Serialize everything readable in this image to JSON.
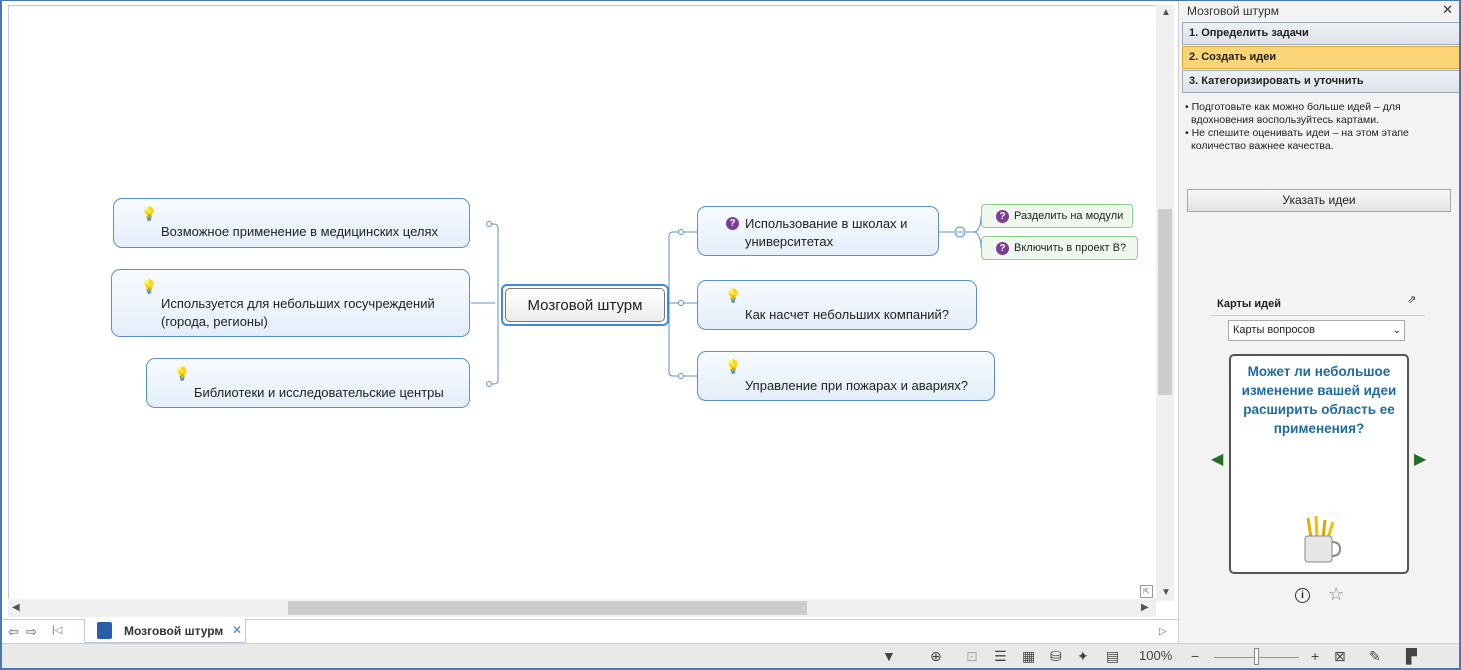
{
  "map": {
    "central": "Мозговой штурм",
    "left_topics": [
      {
        "line1": "Возможное применение в медицинских целях",
        "line2": ""
      },
      {
        "line1": "Используется для небольших госучреждений",
        "line2": "(города, регионы)"
      },
      {
        "line1": "Библиотеки и исследовательские центры",
        "line2": ""
      }
    ],
    "right_topics": [
      {
        "line1": "Использование в школах и",
        "line2": "университетах"
      },
      {
        "line1": "Как насчет небольших компаний?",
        "line2": ""
      },
      {
        "line1": "Управление при пожарах и авариях?",
        "line2": ""
      }
    ],
    "subtopics": [
      "Разделить на модули",
      "Включить в проект В?"
    ],
    "icons": {
      "idea": "lightbulb-icon",
      "question": "question-icon"
    }
  },
  "tabbar": {
    "doc_tab": "Мозговой штурм"
  },
  "statusbar": {
    "zoom": "100%"
  },
  "panel": {
    "title": "Мозговой штурм",
    "steps": [
      "1. Определить задачи",
      "2. Создать идеи",
      "3. Категоризировать и уточнить"
    ],
    "tips": [
      "• Подготовьте как можно больше идей – для",
      "  вдохновения воспользуйтесь картами.",
      "• Не спешите оценивать идеи – на этом этапе",
      "  количество важнее качества."
    ],
    "idea_button": "Указать идеи",
    "maps_label": "Карты идей",
    "maps_select": "Карты вопросов",
    "card_text": "Может ли небольшое изменение вашей идеи расширить область ее применения?"
  },
  "colors": {
    "accent": "#3b8be0",
    "active_step": "#fbd475",
    "card_text": "#1e6aa5",
    "question": "#7a3d9a"
  }
}
